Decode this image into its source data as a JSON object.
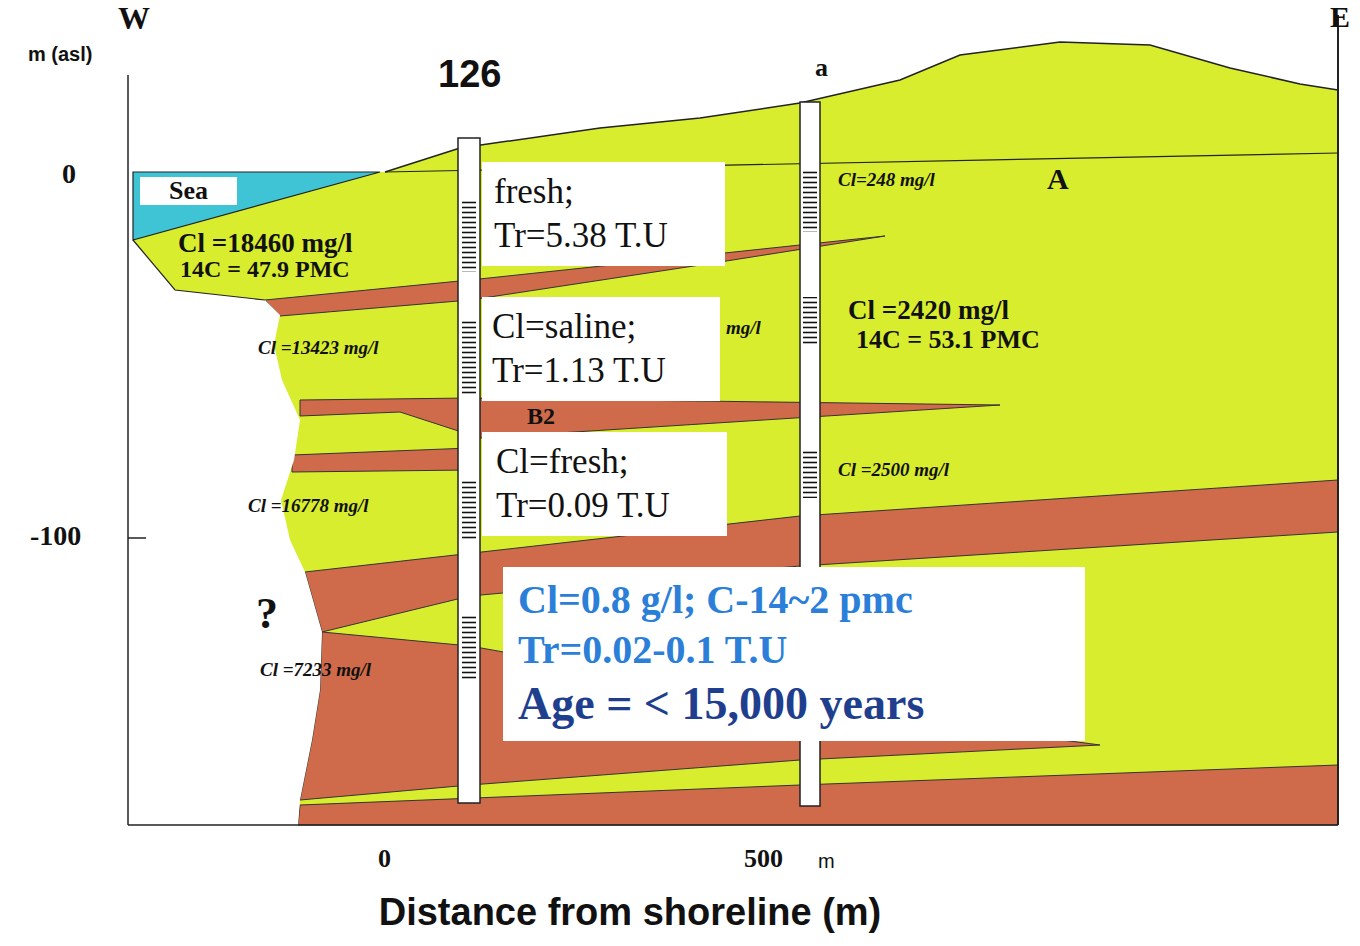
{
  "diagram": {
    "nodes": [
      {
        "text": [
          "Sea"
        ]
      },
      {
        "text": [
          "fresh;",
          "Tr=5.38 T.U"
        ]
      },
      {
        "text": [
          "Cl=saline;",
          "Tr=1.13 T.U"
        ]
      },
      {
        "text": [
          "Cl=fresh;",
          "Tr=0.09 T.U"
        ]
      },
      {
        "text": [
          "Cl=0.8 g/l; C-14~2 pmc",
          "Tr=0.02-0.1 T.U",
          "Age = < 15,000 years"
        ]
      }
    ],
    "labels": [
      "W",
      "E",
      "m (asl)",
      "126",
      "a",
      "0",
      "Cl=248 mg/l",
      "A",
      "Cl =18460 mg/l",
      "14C = 47.9 PMC",
      "Cl =13423 mg/l",
      "mg/l",
      "Cl =2420 mg/l",
      "14C = 53.1 PMC",
      "B2",
      "Cl =2500 mg/l",
      "Cl =16778 mg/l",
      "-100",
      "?",
      "Cl =7233 mg/l",
      "0",
      "500",
      "m",
      "Distance from shoreline (m)"
    ]
  }
}
